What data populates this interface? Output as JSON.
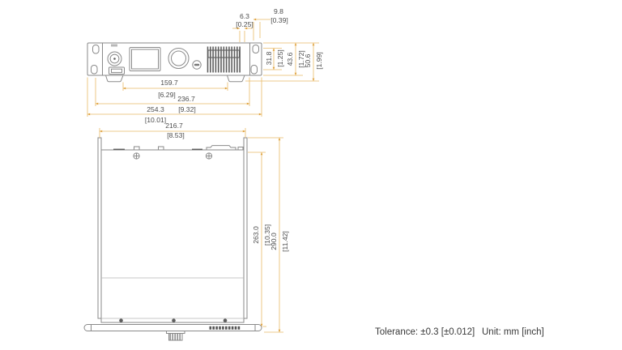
{
  "front_view": {
    "dims": {
      "heatsink_offset": {
        "mm": "6.3",
        "inch": "[0.25]"
      },
      "ear_offset": {
        "mm": "9.8",
        "inch": "[0.39]"
      },
      "mounting_slot_spacing": {
        "mm": "31.8",
        "inch": "[1.25]"
      },
      "panel_height": {
        "mm": "43.6",
        "inch": "[1.72]"
      },
      "overall_height": {
        "mm": "50.6",
        "inch": "[1.99]"
      },
      "feet_spacing": {
        "mm": "159.7",
        "inch": "[6.29]"
      },
      "body_width": {
        "mm": "236.7",
        "inch": "[9.32]"
      },
      "overall_width": {
        "mm": "254.3",
        "inch": "[10.01]"
      }
    }
  },
  "top_view": {
    "dims": {
      "chassis_width": {
        "mm": "216.7",
        "inch": "[8.53]"
      },
      "chassis_depth": {
        "mm": "263.0",
        "inch": "[10.35]"
      },
      "overall_depth": {
        "mm": "290.0",
        "inch": "[11.42]"
      }
    }
  },
  "notes": {
    "tolerance": "Tolerance: ±0.3 [±0.012]",
    "unit": "Unit: mm [inch]"
  },
  "colors": {
    "bg": "#ffffff",
    "dim_line": "#e9ba68",
    "dim_arrow": "#dfa23f",
    "dim_text": "#4d4d4d",
    "outline": "#8a8a8a",
    "outline_dark": "#5e5e5e",
    "note_text": "#383838"
  }
}
